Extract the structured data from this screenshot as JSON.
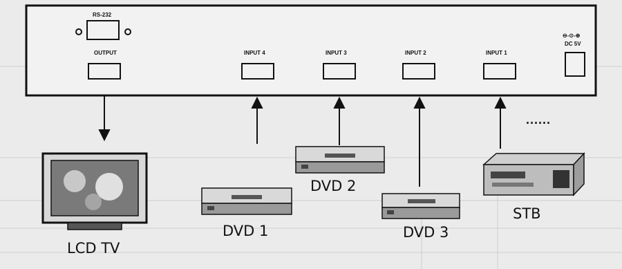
{
  "switcher": {
    "rs232_label": "RS-232",
    "output_label": "OUTPUT",
    "inputs": [
      "INPUT 4",
      "INPUT 3",
      "INPUT 2",
      "INPUT 1"
    ],
    "dc_symbol": "⊖-⊙-⊕",
    "dc_label": "DC 5V"
  },
  "devices": {
    "display": "LCD TV",
    "dvd1": "DVD 1",
    "dvd2": "DVD 2",
    "dvd3": "DVD 3",
    "stb": "STB",
    "more": "......"
  }
}
